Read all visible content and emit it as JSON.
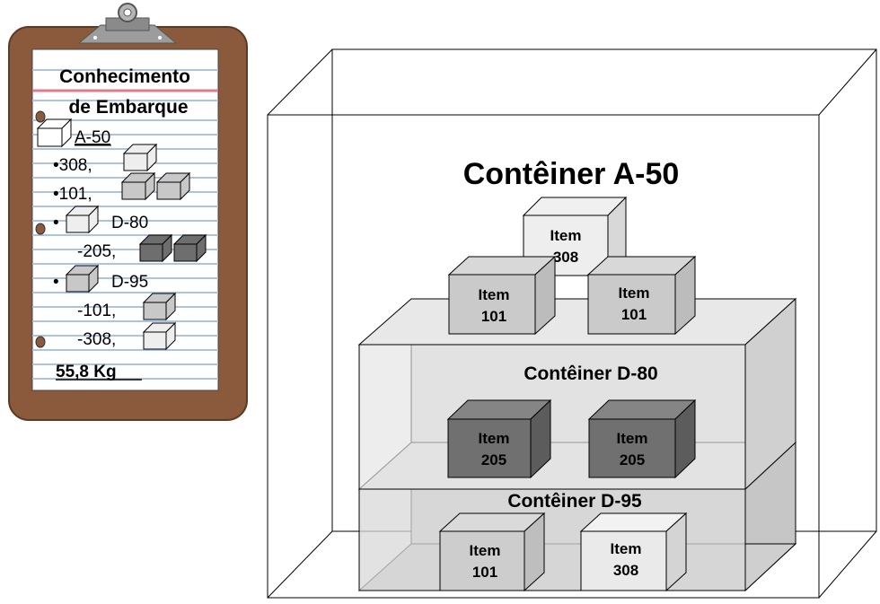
{
  "clipboard": {
    "title_line1": "Conhecimento",
    "title_line2": "de Embarque",
    "lines": [
      {
        "text": "A-50"
      },
      {
        "text": "•308,"
      },
      {
        "text": "•101,"
      },
      {
        "text": "•"
      },
      {
        "text": "D-80"
      },
      {
        "text": "-205,"
      },
      {
        "text": "•"
      },
      {
        "text": "D-95"
      },
      {
        "text": "-101,"
      },
      {
        "text": "-308,"
      }
    ],
    "weight": "55,8 Kg"
  },
  "containers": {
    "a50": {
      "label": "Contêiner A-50"
    },
    "d80": {
      "label": "Contêiner D-80"
    },
    "d95": {
      "label": "Contêiner D-95"
    }
  },
  "items": {
    "top": {
      "line1": "Item",
      "line2": "308"
    },
    "mid_left": {
      "line1": "Item",
      "line2": "101"
    },
    "mid_right": {
      "line1": "Item",
      "line2": "101"
    },
    "d80_left": {
      "line1": "Item",
      "line2": "205"
    },
    "d80_right": {
      "line1": "Item",
      "line2": "205"
    },
    "d95_left": {
      "line1": "Item",
      "line2": "101"
    },
    "d95_right": {
      "line1": "Item",
      "line2": "308"
    }
  },
  "colors": {
    "clipboard_brown": "#8b5a3c",
    "paper_line_blue": "#a9c4e8",
    "paper_line_red": "#e07b8b",
    "box_light": "#eeeeee",
    "box_mid": "#c8c8c8",
    "box_dark": "#6e6e6e",
    "container_shade": "#dcdcdc"
  }
}
